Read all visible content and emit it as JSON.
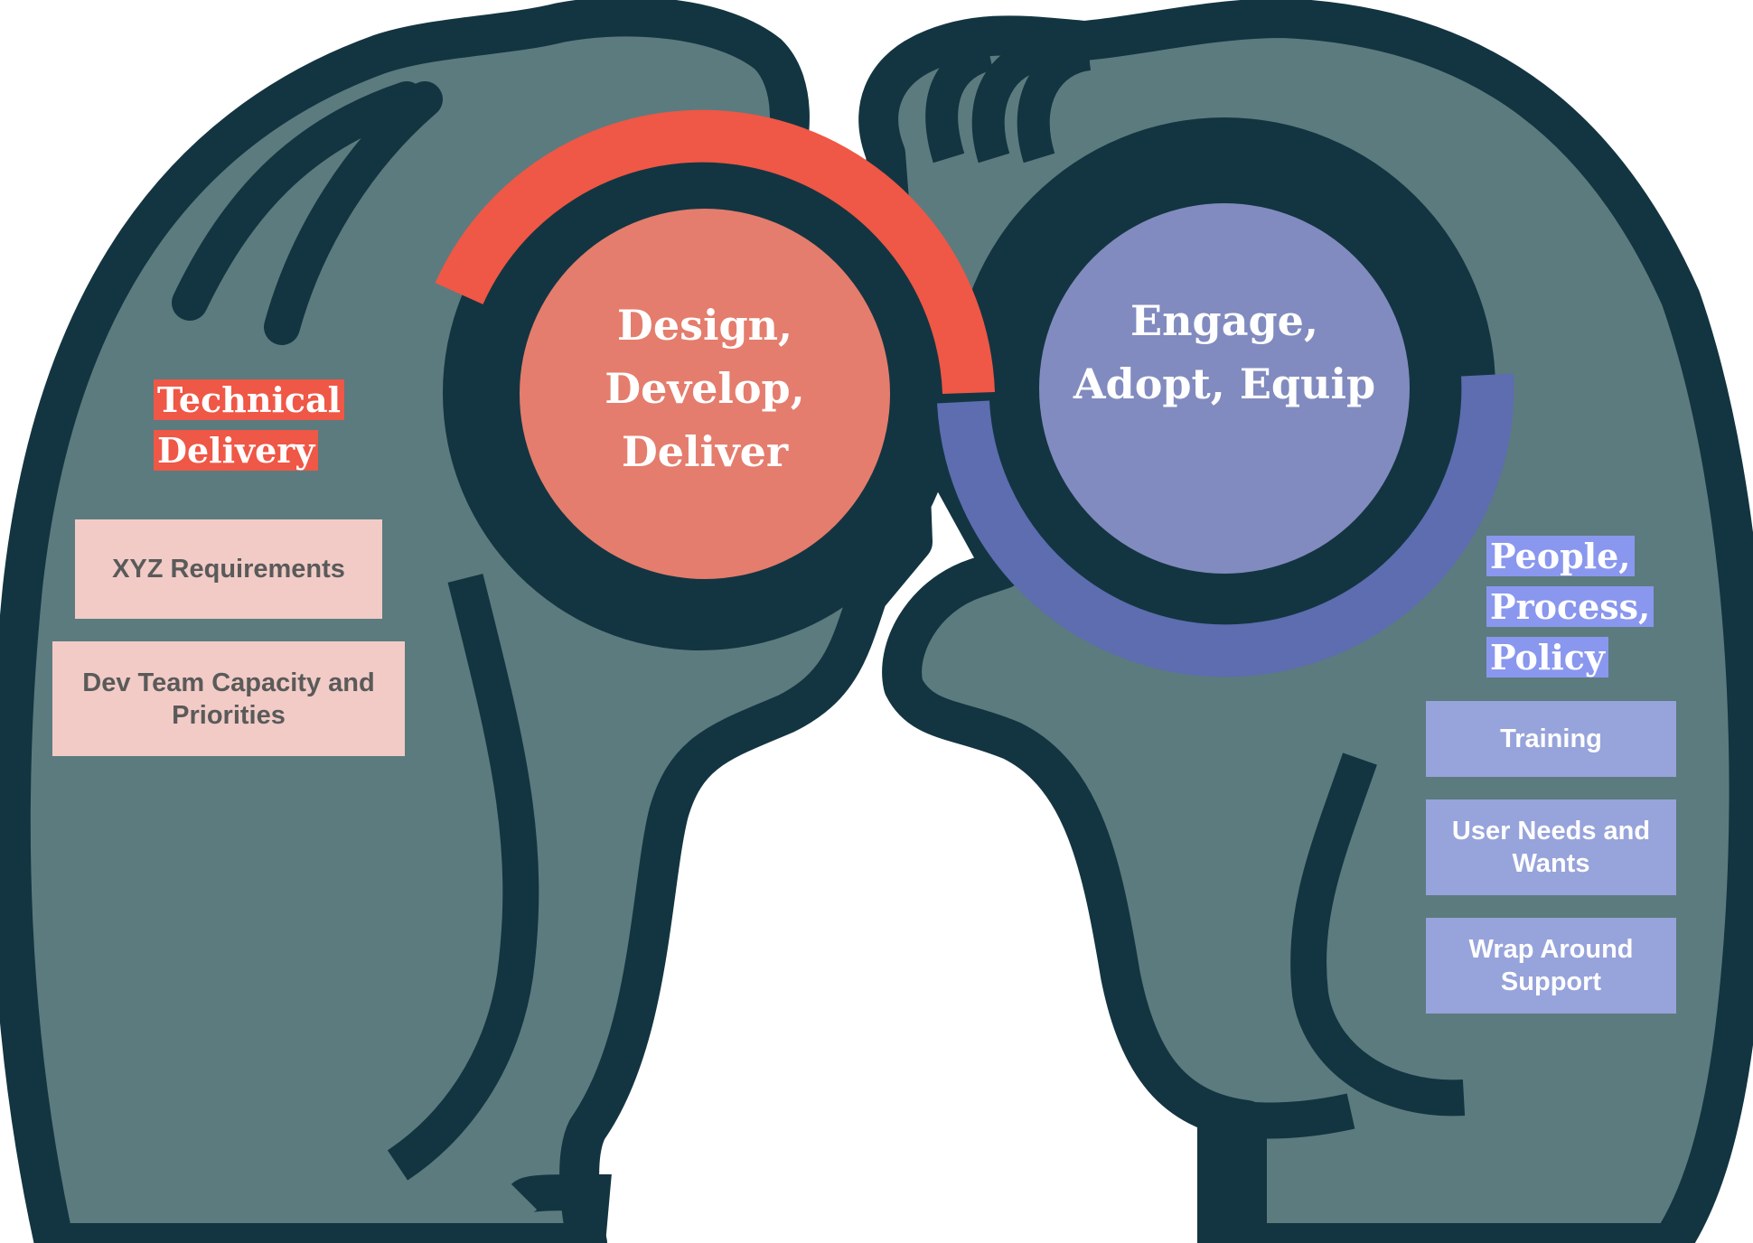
{
  "colors": {
    "outline": "#133541",
    "body_fill": "#5c7b7e",
    "left_accent": "#ef5746",
    "left_circle": "#e47d6d",
    "right_accent": "#5d6db0",
    "right_circle": "#818bbf",
    "left_box_fill": "#f2cbc6",
    "left_box_text": "#5a5a5a",
    "right_box_fill": "#97a3db",
    "right_heading_bg": "#8a97ee",
    "right_box_text": "#ffffff"
  },
  "left": {
    "circle_text": "Design, Develop, Deliver",
    "heading_lines": [
      "Technical",
      "Delivery"
    ],
    "boxes": [
      "XYZ Requirements",
      "Dev Team Capacity and Priorities"
    ]
  },
  "right": {
    "circle_text": "Engage, Adopt, Equip",
    "heading_lines": [
      "People,",
      "Process,",
      "Policy"
    ],
    "boxes": [
      "Training",
      "User Needs and Wants",
      "Wrap Around Support"
    ]
  }
}
